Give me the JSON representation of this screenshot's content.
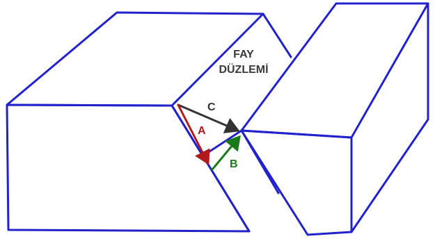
{
  "fault_plane": {
    "line1": "FAY",
    "line2": "DÜZLEMİ"
  },
  "vectors": {
    "c": {
      "label": "C",
      "color": "#333333"
    },
    "a": {
      "label": "A",
      "color": "#b01a1a"
    },
    "b": {
      "label": "B",
      "color": "#1a7a1a"
    }
  },
  "colors": {
    "block_outline": "#2222cc",
    "background": "#ffffff"
  }
}
